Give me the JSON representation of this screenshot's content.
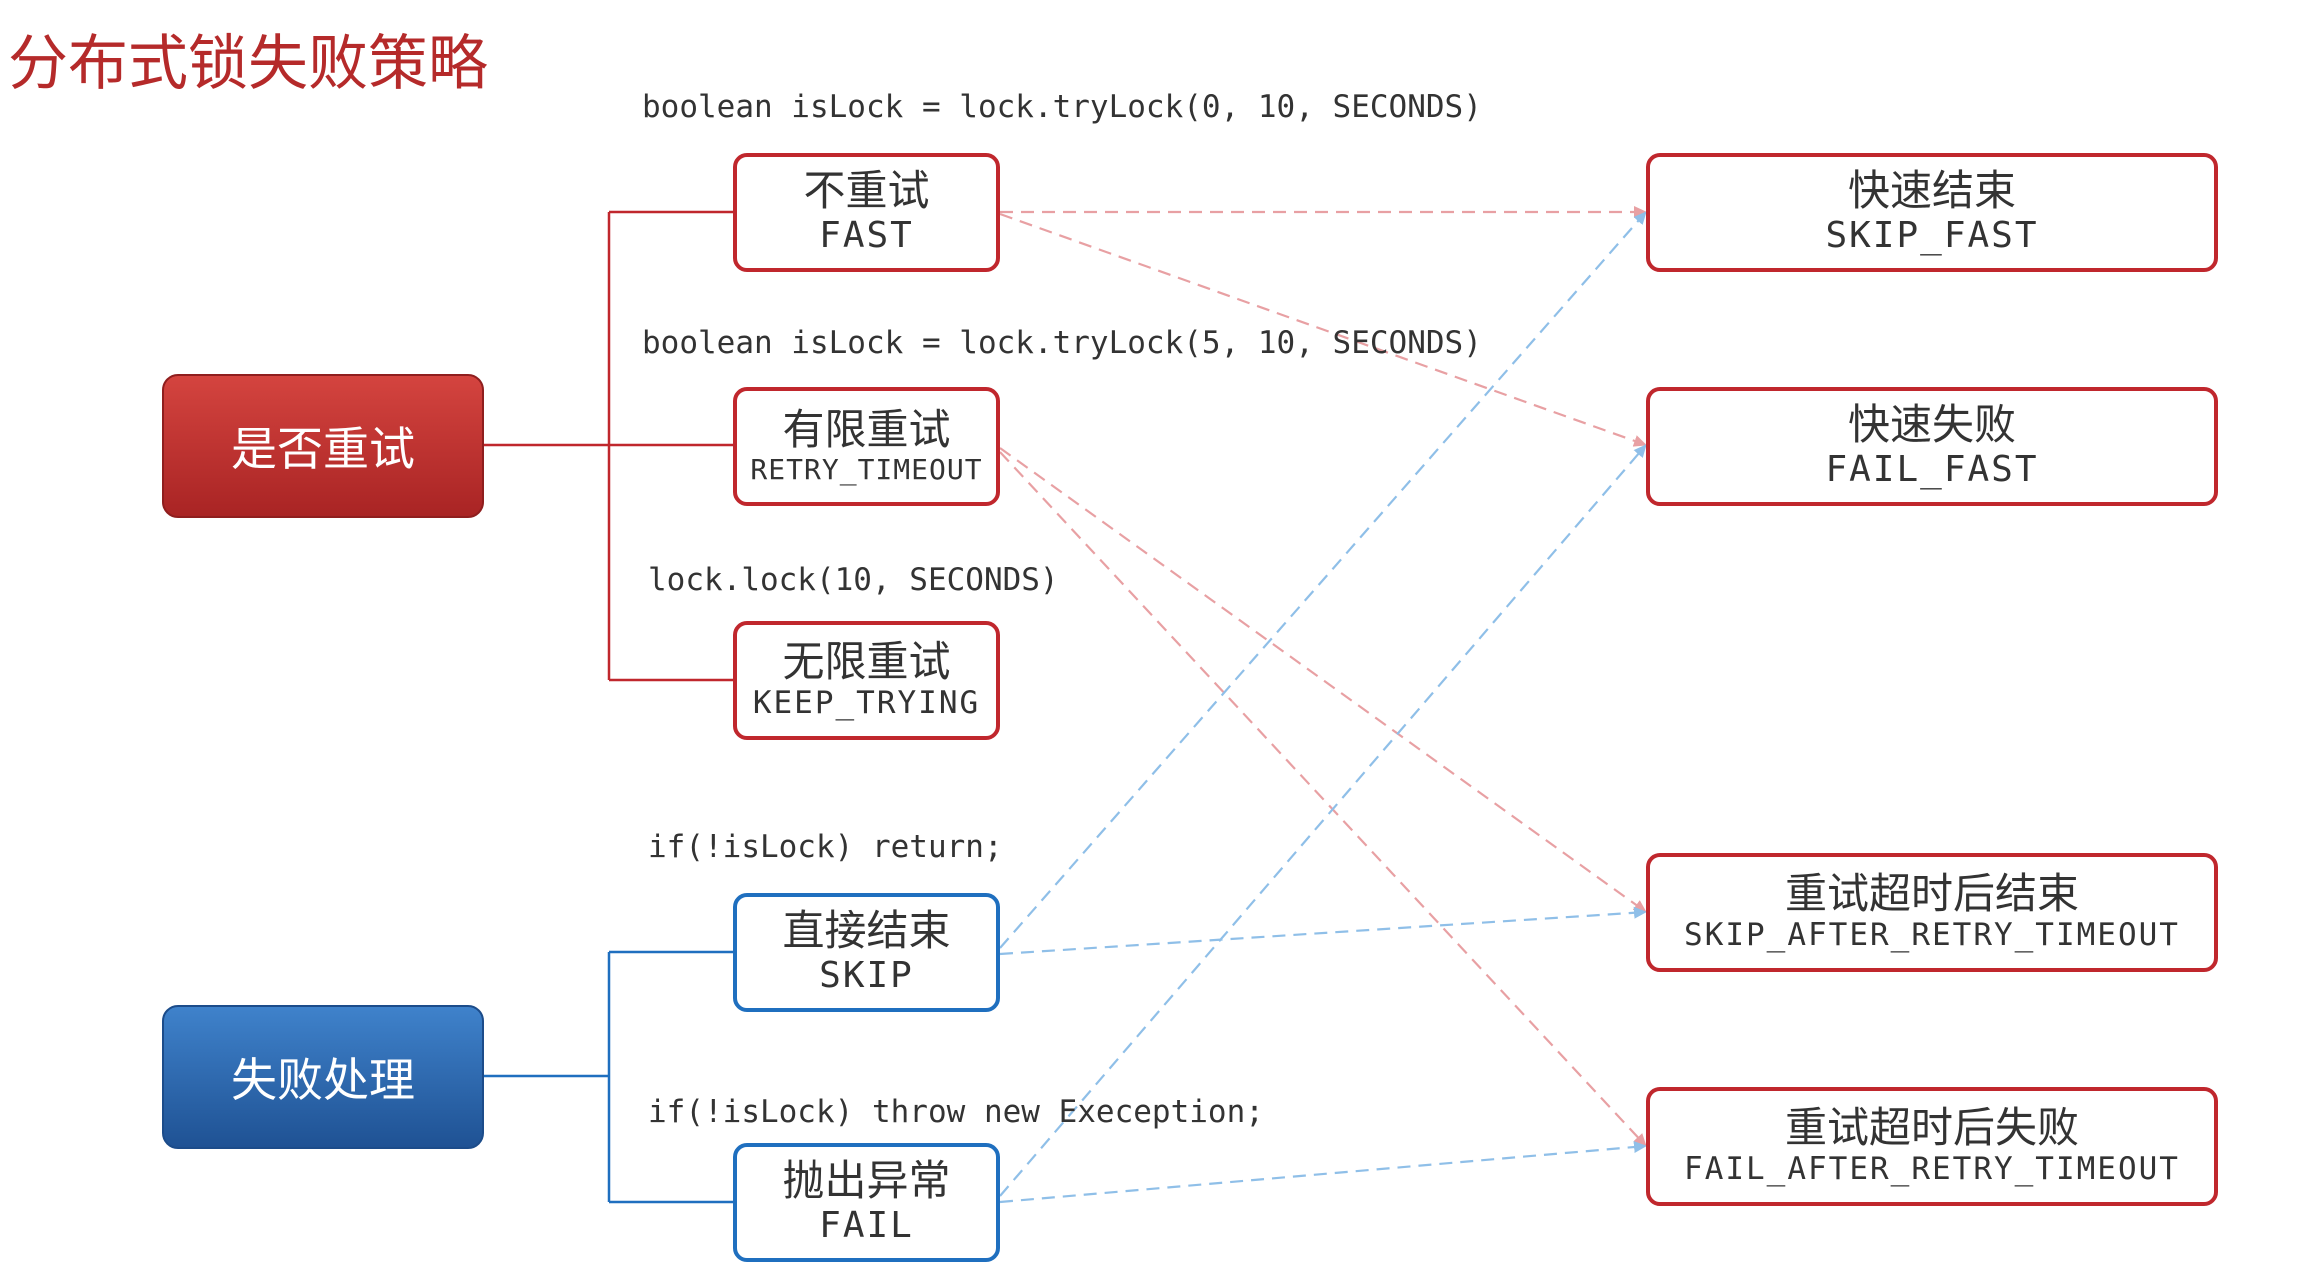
{
  "title": "分布式锁失败策略",
  "colors": {
    "title": "#b52a2a",
    "retry_branch": "#c0272d",
    "fail_branch": "#1f6fbf",
    "retry_arrow": "#e8a0a3",
    "fail_arrow": "#8fbfe8"
  },
  "categories": {
    "retry": {
      "label": "是否重试"
    },
    "fail": {
      "label": "失败处理"
    }
  },
  "code_snippets": {
    "fast": "boolean isLock = lock.tryLock(0, 10, SECONDS)",
    "retry_timeout": "boolean isLock = lock.tryLock(5, 10, SECONDS)",
    "keep_trying": "lock.lock(10, SECONDS)",
    "skip": "if(!isLock) return;",
    "fail": "if(!isLock) throw new Exeception;"
  },
  "retry_options": [
    {
      "cn": "不重试",
      "en": "FAST"
    },
    {
      "cn": "有限重试",
      "en": "RETRY_TIMEOUT"
    },
    {
      "cn": "无限重试",
      "en": "KEEP_TRYING"
    }
  ],
  "fail_options": [
    {
      "cn": "直接结束",
      "en": "SKIP"
    },
    {
      "cn": "抛出异常",
      "en": "FAIL"
    }
  ],
  "results": [
    {
      "cn": "快速结束",
      "en": "SKIP_FAST"
    },
    {
      "cn": "快速失败",
      "en": "FAIL_FAST"
    },
    {
      "cn": "重试超时后结束",
      "en": "SKIP_AFTER_RETRY_TIMEOUT"
    },
    {
      "cn": "重试超时后失败",
      "en": "FAIL_AFTER_RETRY_TIMEOUT"
    }
  ]
}
